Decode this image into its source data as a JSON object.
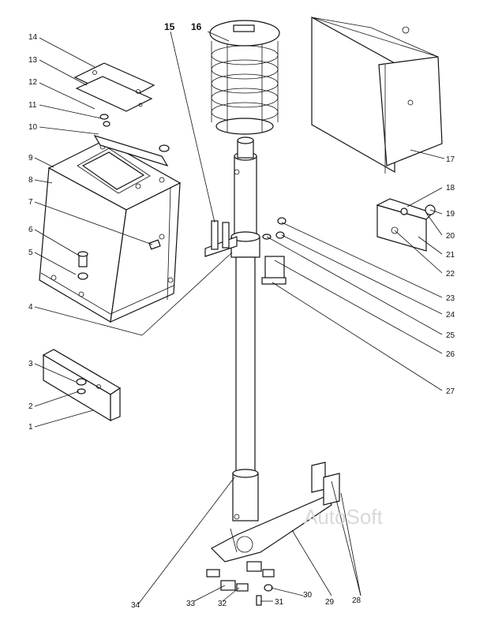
{
  "watermark": "AutoSoft",
  "callouts": {
    "n1": "1",
    "n2": "2",
    "n3": "3",
    "n4": "4",
    "n5": "5",
    "n6": "6",
    "n7": "7",
    "n8": "8",
    "n9": "9",
    "n10": "10",
    "n11": "11",
    "n12": "12",
    "n13": "13",
    "n14": "14",
    "n15": "15",
    "n16": "16",
    "n17": "17",
    "n18": "18",
    "n19": "19",
    "n20": "20",
    "n21": "21",
    "n22": "22",
    "n23": "23",
    "n24": "24",
    "n25": "25",
    "n26": "26",
    "n27": "27",
    "n28": "28",
    "n29": "29",
    "n30": "30",
    "n31": "31",
    "n32": "32",
    "n33": "33",
    "n34": "34"
  }
}
